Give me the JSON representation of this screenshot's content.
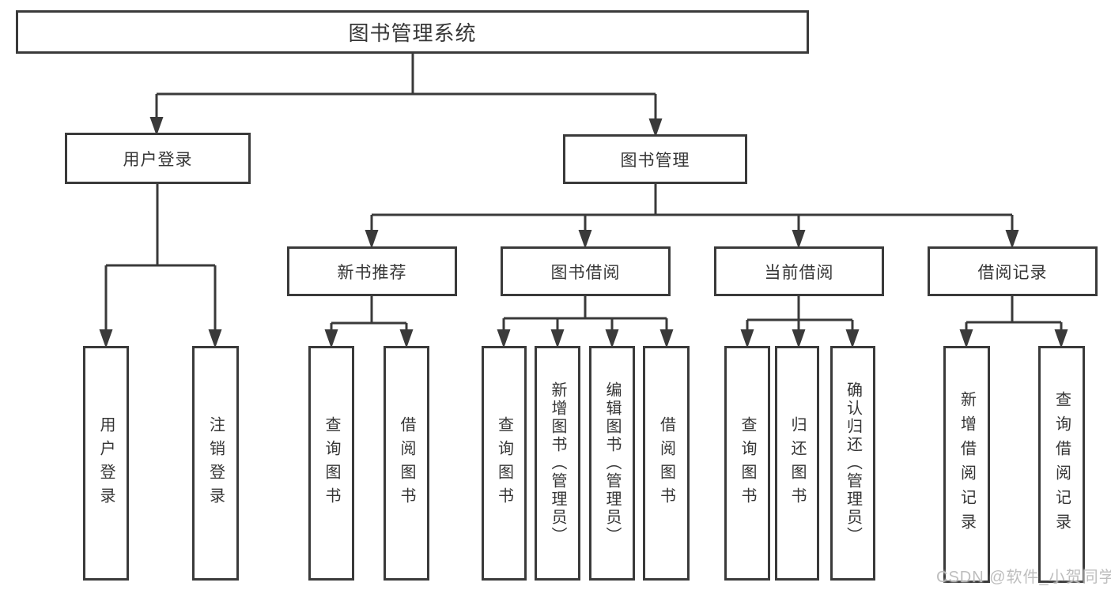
{
  "diagram_title": "图书管理系统",
  "tree": {
    "label": "图书管理系统",
    "children": [
      {
        "label": "用户登录",
        "children": [
          {
            "label": "用户登录"
          },
          {
            "label": "注销登录"
          }
        ]
      },
      {
        "label": "图书管理",
        "children": [
          {
            "label": "新书推荐",
            "children": [
              {
                "label": "查询图书"
              },
              {
                "label": "借阅图书"
              }
            ]
          },
          {
            "label": "图书借阅",
            "children": [
              {
                "label": "查询图书"
              },
              {
                "label": "新增图书（管理员）"
              },
              {
                "label": "编辑图书（管理员）"
              },
              {
                "label": "借阅图书"
              }
            ]
          },
          {
            "label": "当前借阅",
            "children": [
              {
                "label": "查询图书"
              },
              {
                "label": "归还图书"
              },
              {
                "label": "确认归还（管理员）"
              }
            ]
          },
          {
            "label": "借阅记录",
            "children": [
              {
                "label": "新增借阅记录"
              },
              {
                "label": "查询借阅记录"
              }
            ]
          }
        ]
      }
    ]
  },
  "watermark": "CSDN @软件_小贺同学",
  "colors": {
    "background": "#ffffff",
    "line": "#3a3a3a",
    "text": "#363636",
    "watermark": "#bbbbbb"
  }
}
